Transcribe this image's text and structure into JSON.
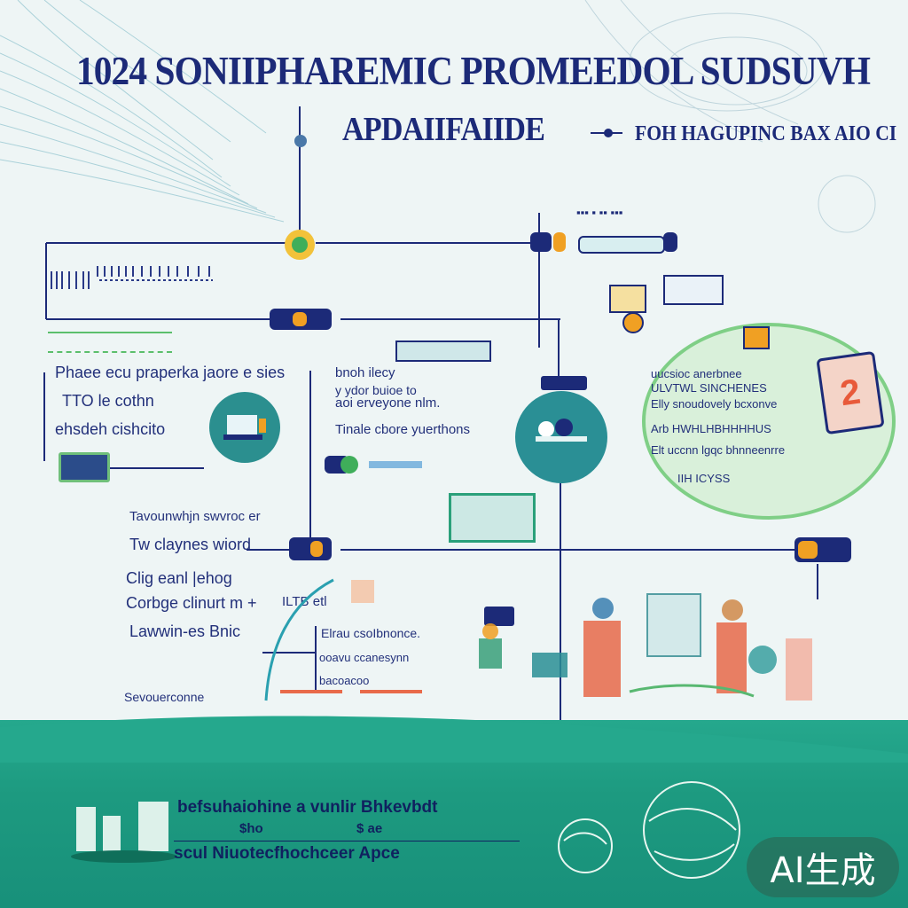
{
  "title": {
    "line1": "1024 SONIIPHAREMIC PROMEEDOL SUDSUVH",
    "line2": "APDAIIFAIIDE",
    "line3": "FOH HAGUPINC BAX AIO CI"
  },
  "left_labels": {
    "a": "Phaee ecu praperka jaore e sies",
    "b": "TTO le cothn",
    "c": "ehsdeh cishcito",
    "d": "Tavounwhjn swvroc er",
    "e": "Tw claynes wiord",
    "f": "Clig eanl |ehog",
    "g": "Corbge clinurt m +",
    "h": "Lawwin-es Bnic",
    "i": "Sevouerconne"
  },
  "center_labels": {
    "a": "bnoh   ilecy",
    "b": "y ydor buioe to",
    "c": "aoi erveyone nlm.",
    "d": "Tinale cbore yuerthons",
    "e": "ILTB etl",
    "f": "Elrau csoIbnonce.",
    "g": "ooavu ccanesynn",
    "h": "bacoacoo"
  },
  "right_panel": {
    "line1": "uucsioc anerbnee",
    "line2": "ULVTWL SINCHENES",
    "line3": "Elly   snoudovely bcxonve",
    "line4": "Arb   HWHLHBHHHHUS",
    "line5": "Elt  uccnn  lgqc bhnneenrre",
    "line6": "IIH ICYSS",
    "badge_number": "2"
  },
  "bottom": {
    "line1": "befsuhaiohine a vunlir Bhkevbdt",
    "line2a": "$ho",
    "line2b": "$ ae",
    "line3": "scul Niuotecfhochceer  Apce"
  },
  "watermark": "AI生成",
  "colors": {
    "navy": "#1c2a78",
    "teal": "#1d9a80",
    "panel_green": "#d6efd9",
    "accent_orange": "#f0a023",
    "accent_red": "#e85a3a"
  }
}
